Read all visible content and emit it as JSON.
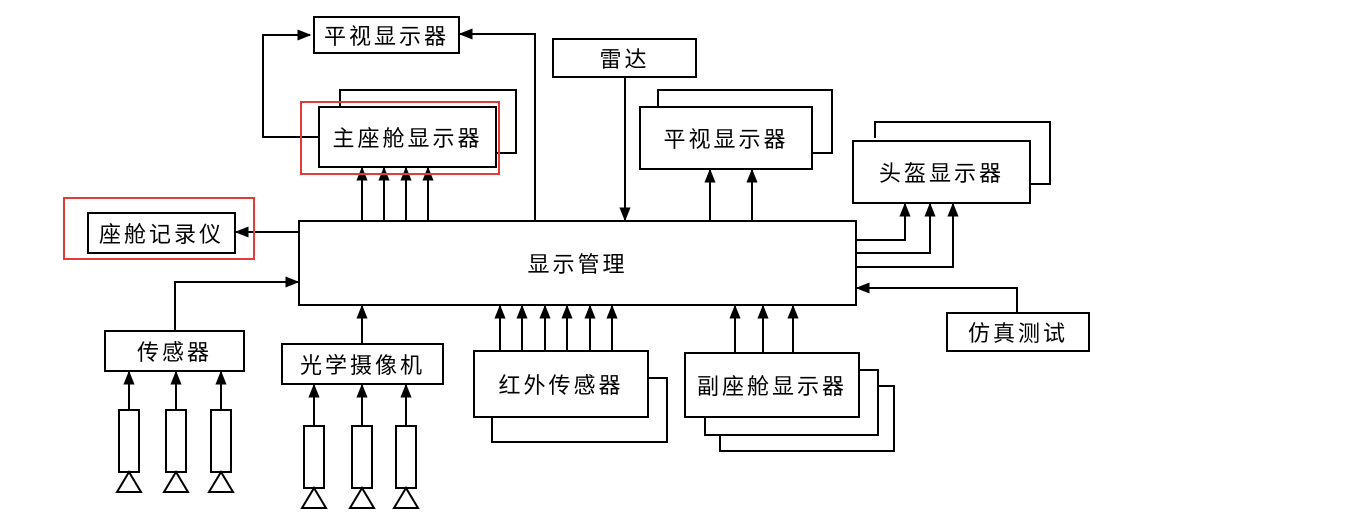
{
  "nodes": {
    "hud_top": "平视显示器",
    "main_cockpit_display": "主座舱显示器",
    "cockpit_recorder": "座舱记录仪",
    "radar": "雷达",
    "hud_right": "平视显示器",
    "helmet_display": "头盔显示器",
    "display_management": "显示管理",
    "sensor": "传感器",
    "optical_camera": "光学摄像机",
    "infrared_sensor": "红外传感器",
    "copilot_display": "副座舱显示器",
    "simulation_test": "仿真测试"
  },
  "colors": {
    "line": "#000000",
    "highlight": "#e23b3b"
  },
  "highlighted": [
    "main_cockpit_display",
    "cockpit_recorder"
  ]
}
